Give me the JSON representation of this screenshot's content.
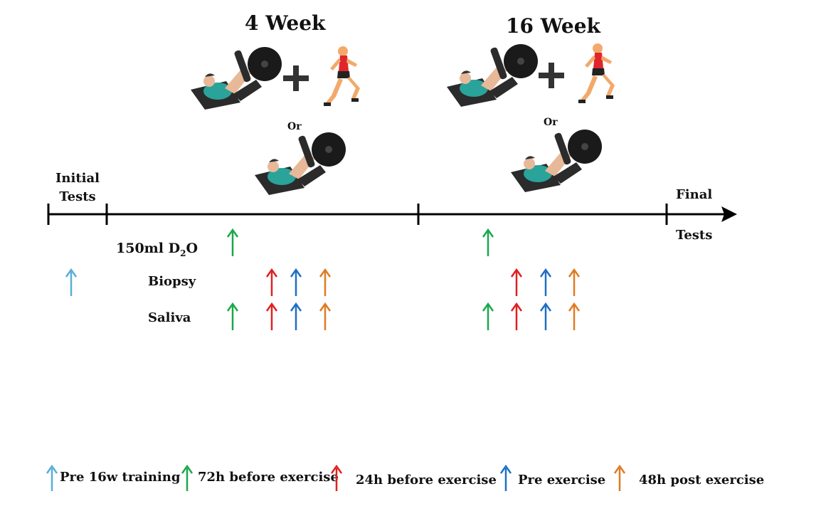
{
  "titles": {
    "week4": "4 Week",
    "week16": "16 Week"
  },
  "or_label": "Or",
  "plus_glyph": "+",
  "timeline": {
    "initial": "Initial\nTests",
    "final_top": "Final",
    "final_bottom": "Tests"
  },
  "rows": {
    "d2o": {
      "label_prefix": "150ml D",
      "label_sub": "2",
      "label_suffix": "O"
    },
    "biopsy": "Biopsy",
    "saliva": "Saliva"
  },
  "colors": {
    "pre16w": "#5aaed6",
    "h72": "#19a84a",
    "h24": "#e02020",
    "pre": "#1f6fc2",
    "h48": "#e07a22",
    "line": "#000000"
  },
  "legend": [
    {
      "key": "pre16w",
      "label": "Pre 16w training"
    },
    {
      "key": "h72",
      "label": "72h before exercise"
    },
    {
      "key": "h24",
      "label": "24h before exercise"
    },
    {
      "key": "pre",
      "label": "Pre exercise"
    },
    {
      "key": "h48",
      "label": "48h post exercise"
    }
  ],
  "icons": [
    "leg-press-icon",
    "runner-icon",
    "plus-icon"
  ]
}
